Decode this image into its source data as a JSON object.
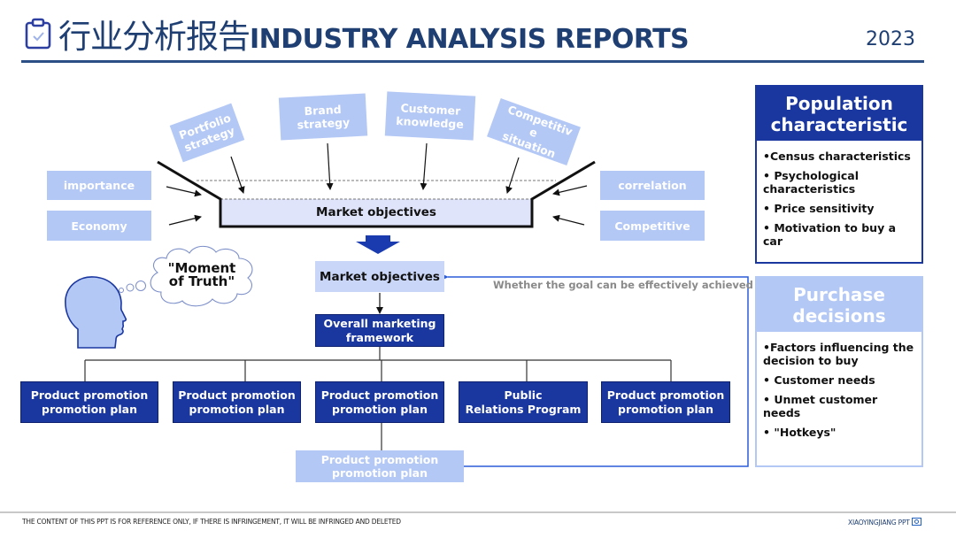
{
  "header": {
    "title_cn": "行业分析报告",
    "title_en": "INDUSTRY ANALYSIS REPORTS",
    "year": "2023",
    "icon": "clipboard-check-icon"
  },
  "colors": {
    "dark_blue": "#1a37a0",
    "light_blue": "#b4c8f6",
    "title_blue": "#1f3f73",
    "pale_fill": "#dfe4fb",
    "feedback_line": "#2a5bd7",
    "feedback_text": "#8a8a8a"
  },
  "funnel": {
    "label": "Market objectives",
    "top_inputs": [
      {
        "label": "Portfolio strategy"
      },
      {
        "label": "Brand strategy"
      },
      {
        "label": "Customer knowledge"
      },
      {
        "label": "Competitiv e situation"
      }
    ],
    "left_inputs": [
      {
        "label": "importance"
      },
      {
        "label": "Economy"
      }
    ],
    "right_inputs": [
      {
        "label": "correlation"
      },
      {
        "label": "Competitive"
      }
    ]
  },
  "thought": {
    "text_line1": "\"Moment",
    "text_line2": "of Truth\""
  },
  "flow": {
    "market_objectives": "Market objectives",
    "framework_line1": "Overall marketing",
    "framework_line2": "framework",
    "feedback_label": "Whether the goal can be effectively achieved",
    "plans": [
      {
        "line1": "Product promotion",
        "line2": "promotion plan"
      },
      {
        "line1": "Product promotion",
        "line2": "promotion plan"
      },
      {
        "line1": "Product promotion",
        "line2": "promotion plan"
      },
      {
        "line1": "Public",
        "line2": "Relations Program"
      },
      {
        "line1": "Product promotion",
        "line2": "promotion plan"
      }
    ],
    "sub_plan": {
      "line1": "Product promotion",
      "line2": "promotion plan"
    }
  },
  "panels": {
    "population": {
      "title_line1": "Population",
      "title_line2": "characteristic",
      "items": [
        "•Census characteristics",
        "• Psychological characteristics",
        "• Price sensitivity",
        "• Motivation to buy a car"
      ]
    },
    "purchase": {
      "title_line1": "Purchase",
      "title_line2": "decisions",
      "items": [
        "•Factors influencing the decision to buy",
        "• Customer needs",
        "• Unmet customer needs",
        "• \"Hotkeys\""
      ]
    }
  },
  "footer": {
    "disclaimer": "THE CONTENT OF THIS PPT IS FOR REFERENCE ONLY, IF THERE IS INFRINGEMENT, IT WILL BE INFRINGED AND DELETED",
    "brand": "XIAOYINGJIANG PPT"
  }
}
